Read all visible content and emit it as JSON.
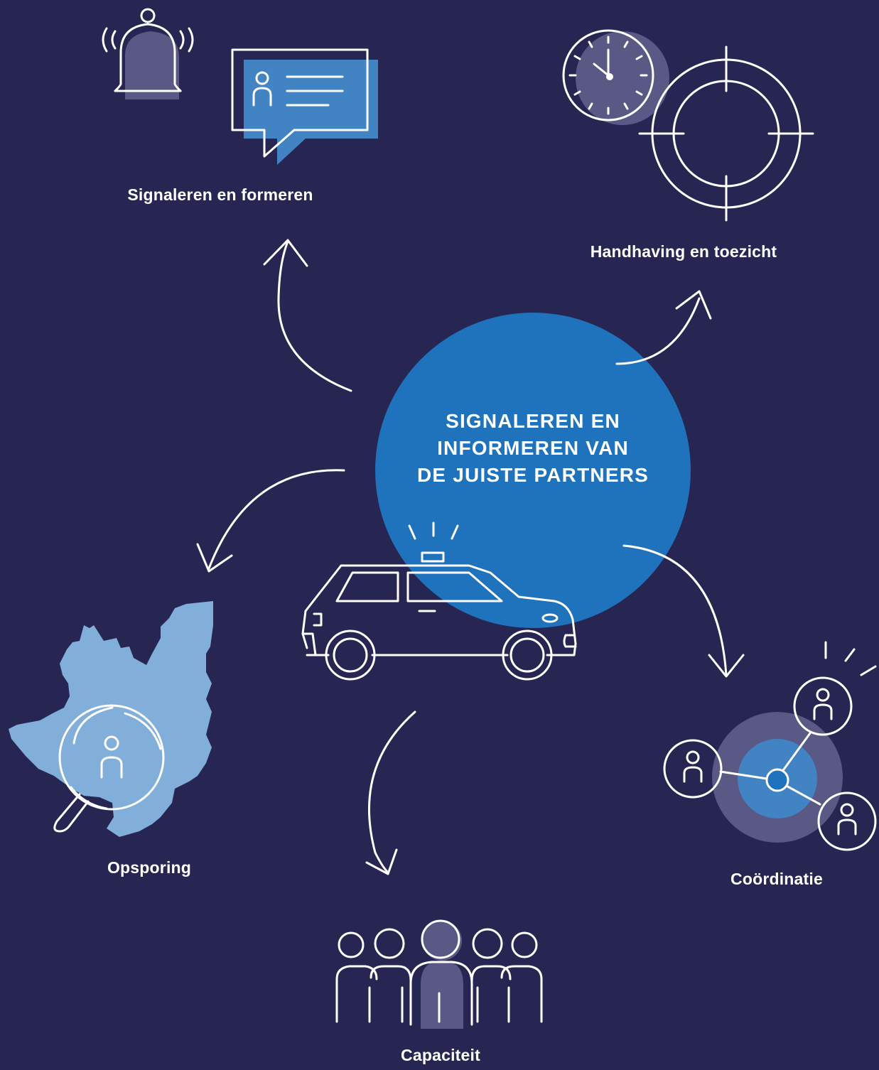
{
  "center": {
    "lines": [
      "SIGNALEREN EN",
      "INFORMEREN VAN",
      "DE JUISTE PARTNERS"
    ]
  },
  "nodes": {
    "signaleren": {
      "label": "Signaleren en formeren",
      "icons": [
        "bell-icon",
        "chat-message-icon"
      ]
    },
    "handhaving": {
      "label": "Handhaving en toezicht",
      "icons": [
        "clock-icon",
        "crosshair-icon"
      ]
    },
    "opsporing": {
      "label": "Opsporing",
      "icons": [
        "map-icon",
        "magnifier-person-icon"
      ]
    },
    "capaciteit": {
      "label": "Capaciteit",
      "icons": [
        "people-group-icon"
      ]
    },
    "coordinatie": {
      "label": "Coördinatie",
      "icons": [
        "network-people-icon"
      ]
    }
  },
  "center_icon": "police-car-icon",
  "colors": {
    "background": "#272653",
    "circle": "#1f72bc",
    "accent_light": "#82afd9",
    "accent_blue": "#4283c4",
    "muted_purple": "#5a5884",
    "line": "#ffffff"
  }
}
